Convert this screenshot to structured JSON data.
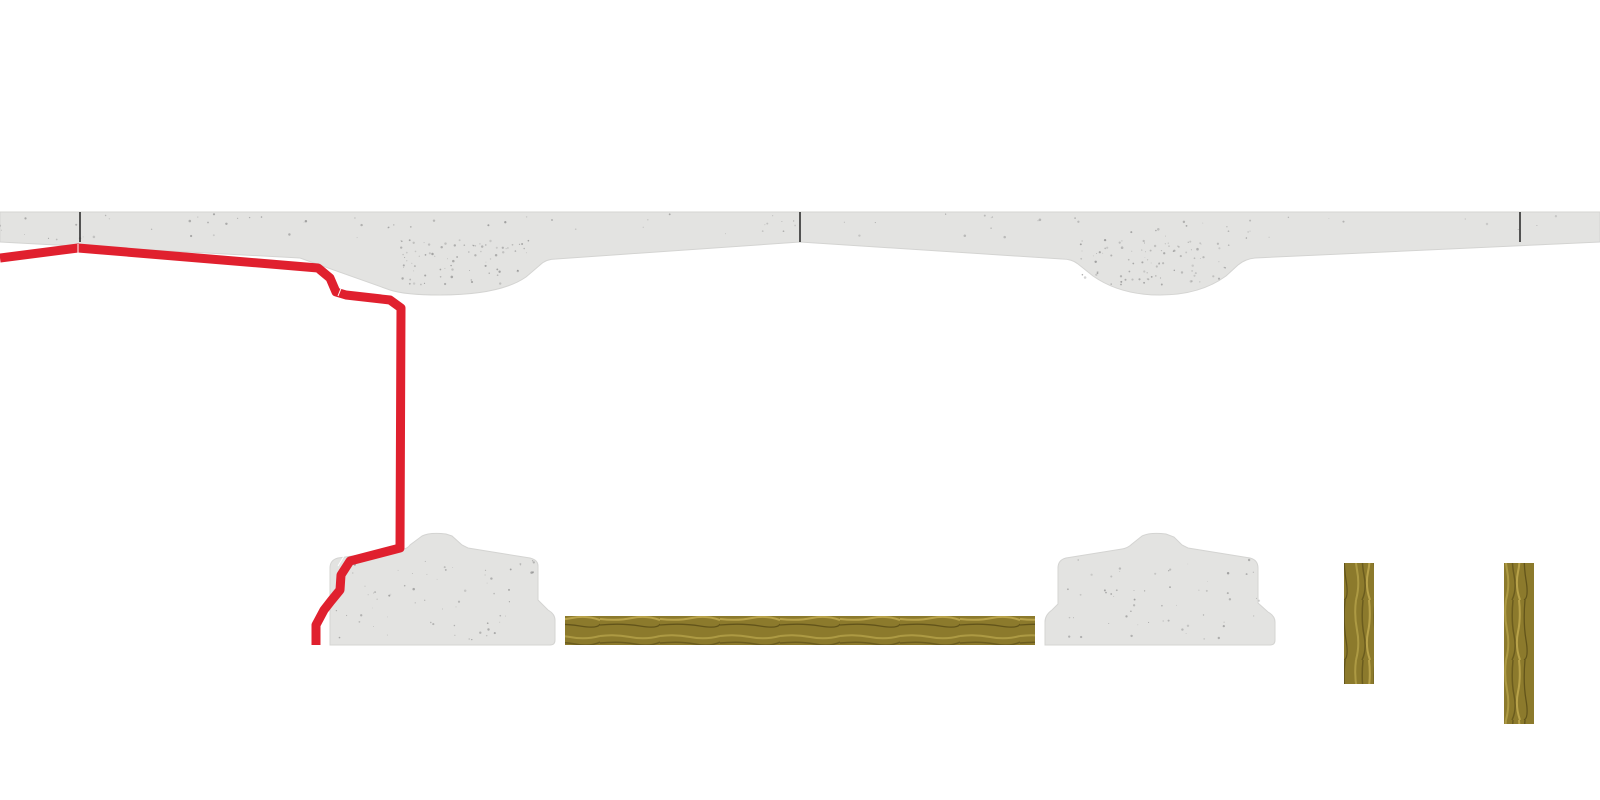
{
  "diagram": {
    "type": "construction-section",
    "components": [
      {
        "name": "concrete-deck-slab",
        "material": "concrete",
        "segments": 3
      },
      {
        "name": "concrete-footing-left",
        "material": "concrete"
      },
      {
        "name": "concrete-footing-right",
        "material": "concrete"
      },
      {
        "name": "timber-board-horizontal",
        "material": "timber"
      },
      {
        "name": "timber-post-1",
        "material": "timber"
      },
      {
        "name": "timber-post-2",
        "material": "timber"
      },
      {
        "name": "red-boundary-line",
        "material": "outline"
      }
    ]
  },
  "colors": {
    "concrete": "#e3e3e1",
    "concrete_edge": "#d4d4d2",
    "concrete_speck": "#8f8f8f",
    "joint": "#222222",
    "timber": "#8c7a2c",
    "timber_light": "#ad9a43",
    "timber_dark": "#62541a",
    "outline": "#e0202e",
    "background": "#ffffff"
  }
}
